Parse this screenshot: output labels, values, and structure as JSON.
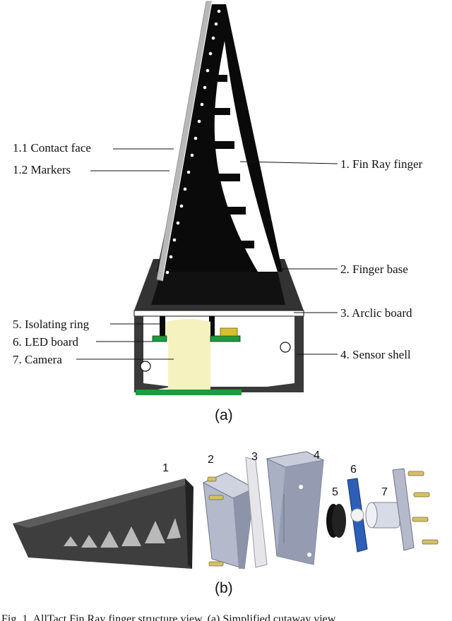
{
  "labels_a": {
    "contact_face": "1.1 Contact face",
    "markers": "1.2 Markers",
    "fin_ray_finger": "1. Fin Ray finger",
    "finger_base": "2. Finger base",
    "arclic_board": "3. Arclic board",
    "isolating_ring": "5. Isolating ring",
    "led_board": "6. LED board",
    "camera": "7. Camera",
    "sensor_shell": "4. Sensor shell"
  },
  "sublabel_a": "(a)",
  "sublabel_b": "(b)",
  "labels_b": [
    "1",
    "2",
    "3",
    "4",
    "5",
    "6",
    "7"
  ],
  "caption": "Fig. 1.   AllTact Fin Ray finger structure view. (a) Simplified cutaway view",
  "colors": {
    "finger": "#0a0a0a",
    "contact_face": "#b8b8b8",
    "shell": "#3a3a3a",
    "camera": "#f6f2c0",
    "pcb": "#1f9a3c",
    "led": "#d8c030",
    "part_gray": "#9aa0b5",
    "screw": "#d4c06a"
  }
}
